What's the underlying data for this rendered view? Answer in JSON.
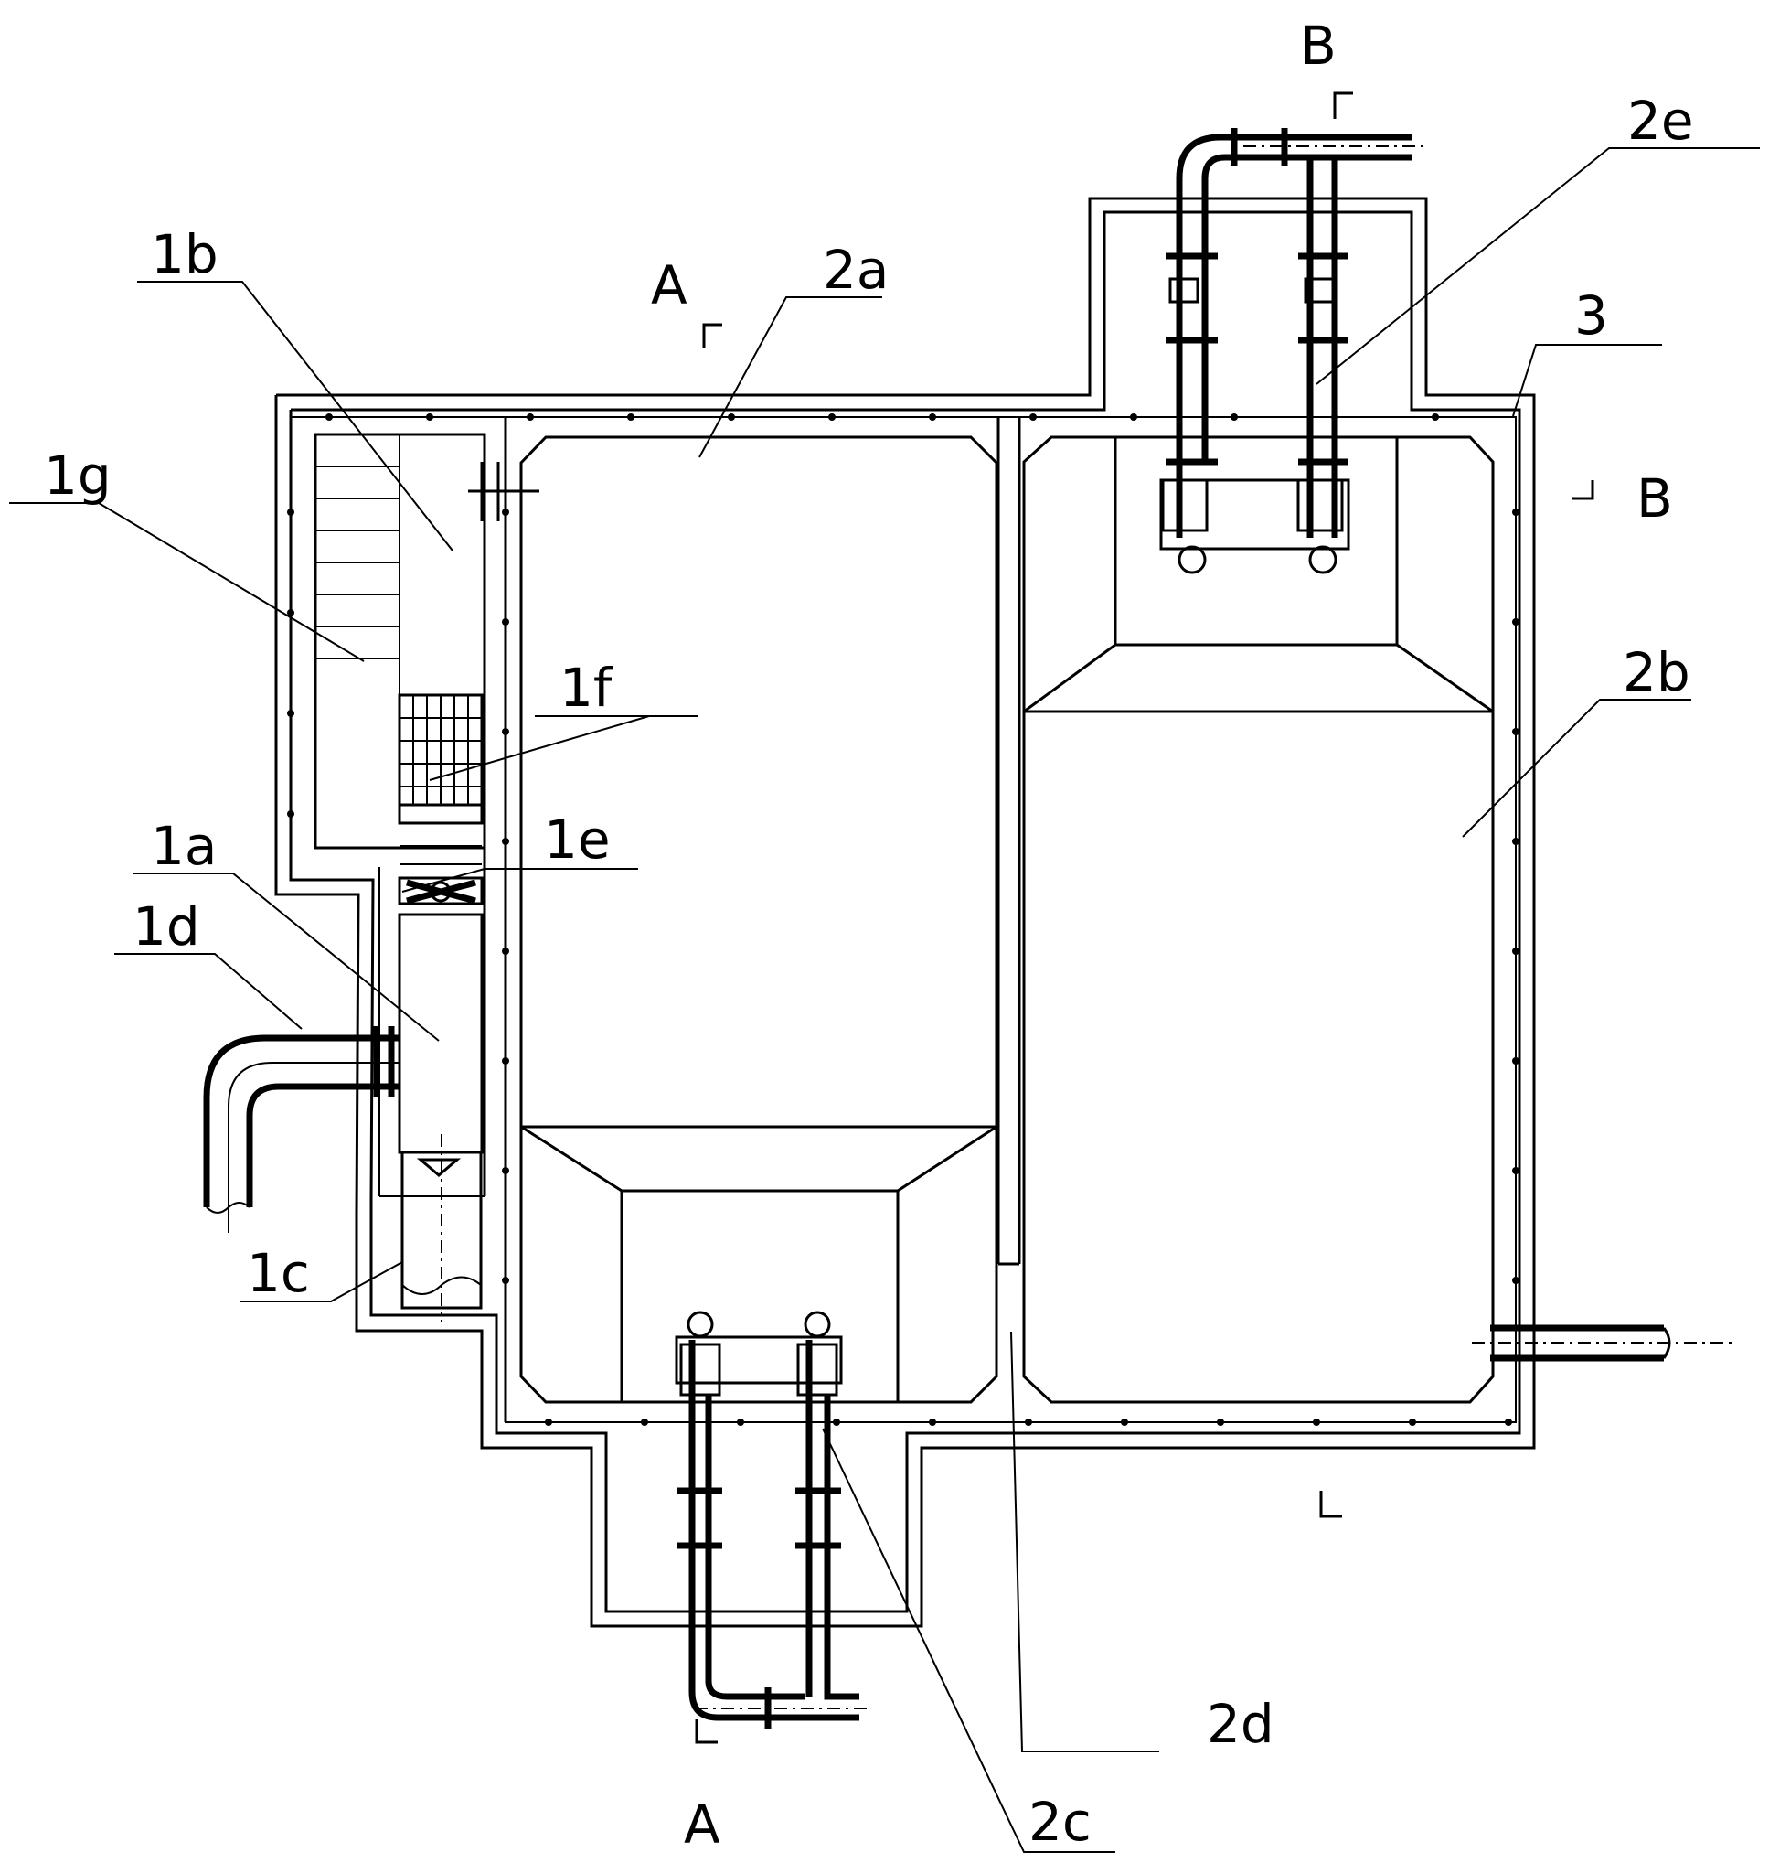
{
  "labels": {
    "l1a": "1a",
    "l1b": "1b",
    "l1c": "1c",
    "l1d": "1d",
    "l1e": "1e",
    "l1f": "1f",
    "l1g": "1g",
    "l2a": "2a",
    "l2b": "2b",
    "l2c": "2c",
    "l2d": "2d",
    "l2e": "2e",
    "l3": "3"
  },
  "sections": {
    "a_top": "A",
    "a_bottom": "A",
    "b_top": "B",
    "b_right": "B"
  }
}
